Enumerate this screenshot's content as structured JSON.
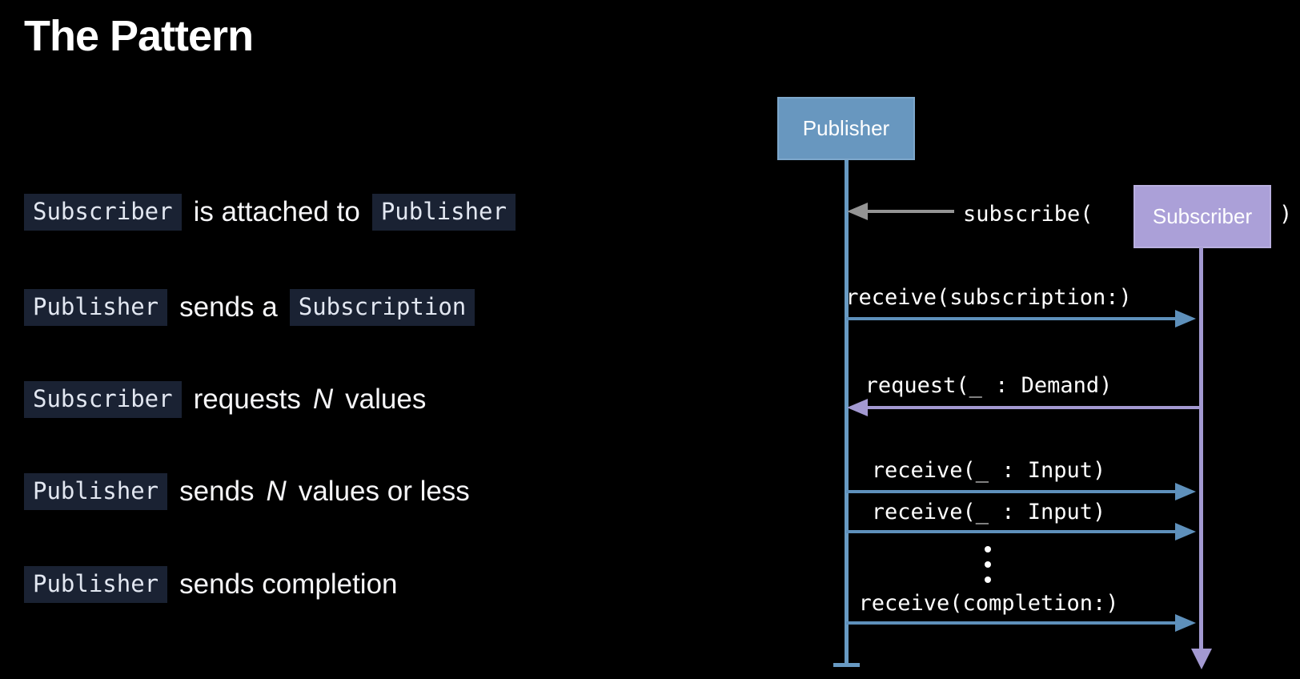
{
  "slide": {
    "title": "The Pattern"
  },
  "bullets": [
    {
      "code1": "Subscriber",
      "text1": "is attached to",
      "code2": "Publisher"
    },
    {
      "code1": "Publisher",
      "text1": "sends a",
      "code2": "Subscription"
    },
    {
      "code1": "Subscriber",
      "text1": "requests",
      "emph": "N",
      "text2": "values"
    },
    {
      "code1": "Publisher",
      "text1": "sends",
      "emph": "N",
      "text2": "values or less"
    },
    {
      "code1": "Publisher",
      "text1": "sends completion"
    }
  ],
  "diagram": {
    "publisher_label": "Publisher",
    "subscriber_label": "Subscriber",
    "subscribe_prefix": "subscribe(",
    "subscribe_suffix": ")",
    "msg_receive_subscription": "receive(subscription:)",
    "msg_request_demand": "request(_ : Demand)",
    "msg_receive_input_1": "receive(_ : Input)",
    "msg_receive_input_2": "receive(_ : Input)",
    "msg_receive_completion": "receive(completion:)",
    "ellipsis_icon": "vertical-ellipsis",
    "colors": {
      "background": "#000000",
      "publisher_blue": "#6897bf",
      "arrow_blue": "#5e90bb",
      "subscriber_purple": "#aba0d8",
      "arrow_purple": "#a399d1",
      "arrow_gray": "#949494",
      "code_chip_bg": "#1a2233",
      "text_white": "#ffffff"
    }
  }
}
